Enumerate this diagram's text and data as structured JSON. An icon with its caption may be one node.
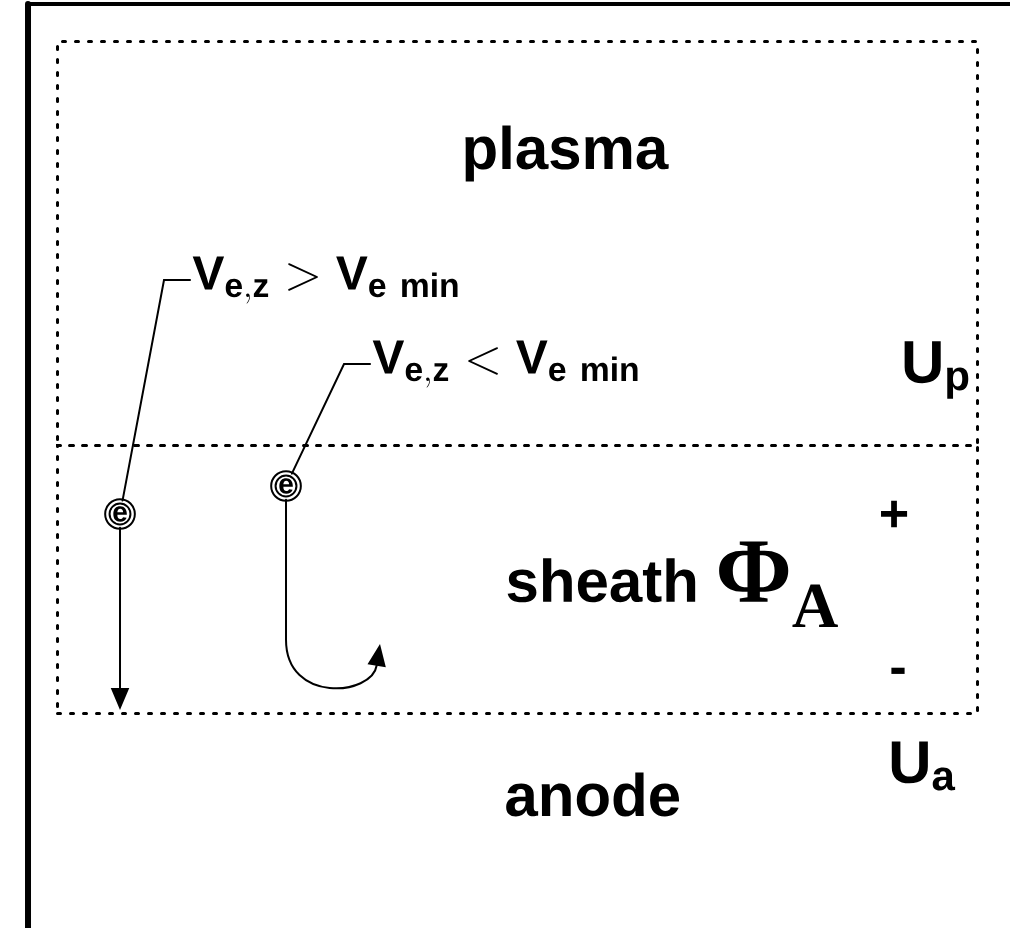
{
  "diagram": {
    "nodes": [
      {
        "text": [
          "plasma"
        ]
      },
      {
        "text": [
          "\\mathbf{V}_{\\mathbf{e,z}} > \\mathbf{V}_{\\mathbf{e\\ min}}"
        ],
        "in": 0
      },
      {
        "text": [
          "\\mathbf{V}_{\\mathbf{e,z}} < \\mathbf{V}_{\\mathbf{e\\ min}}"
        ],
        "in": 0
      },
      {
        "text": [
          "sheath",
          "Φ$_{A}$"
        ],
        "beside": [
          "+",
          "-"
        ]
      },
      {
        "text": [
          "e"
        ],
        "in": 3
      },
      {
        "text": [
          "e"
        ],
        "in": 3
      },
      {
        "text": [
          "anode"
        ]
      }
    ],
    "edges": [
      {
        "from": 1,
        "to": 4,
        "arrow": "none"
      },
      {
        "from": 2,
        "to": 5,
        "arrow": "none"
      },
      {
        "from": 4,
        "to": null,
        "arrow": "to"
      },
      {
        "from": 5,
        "to": null,
        "arrow": "to"
      }
    ],
    "labels": [
      "U$_{p}$",
      "U$_{a}$"
    ]
  }
}
